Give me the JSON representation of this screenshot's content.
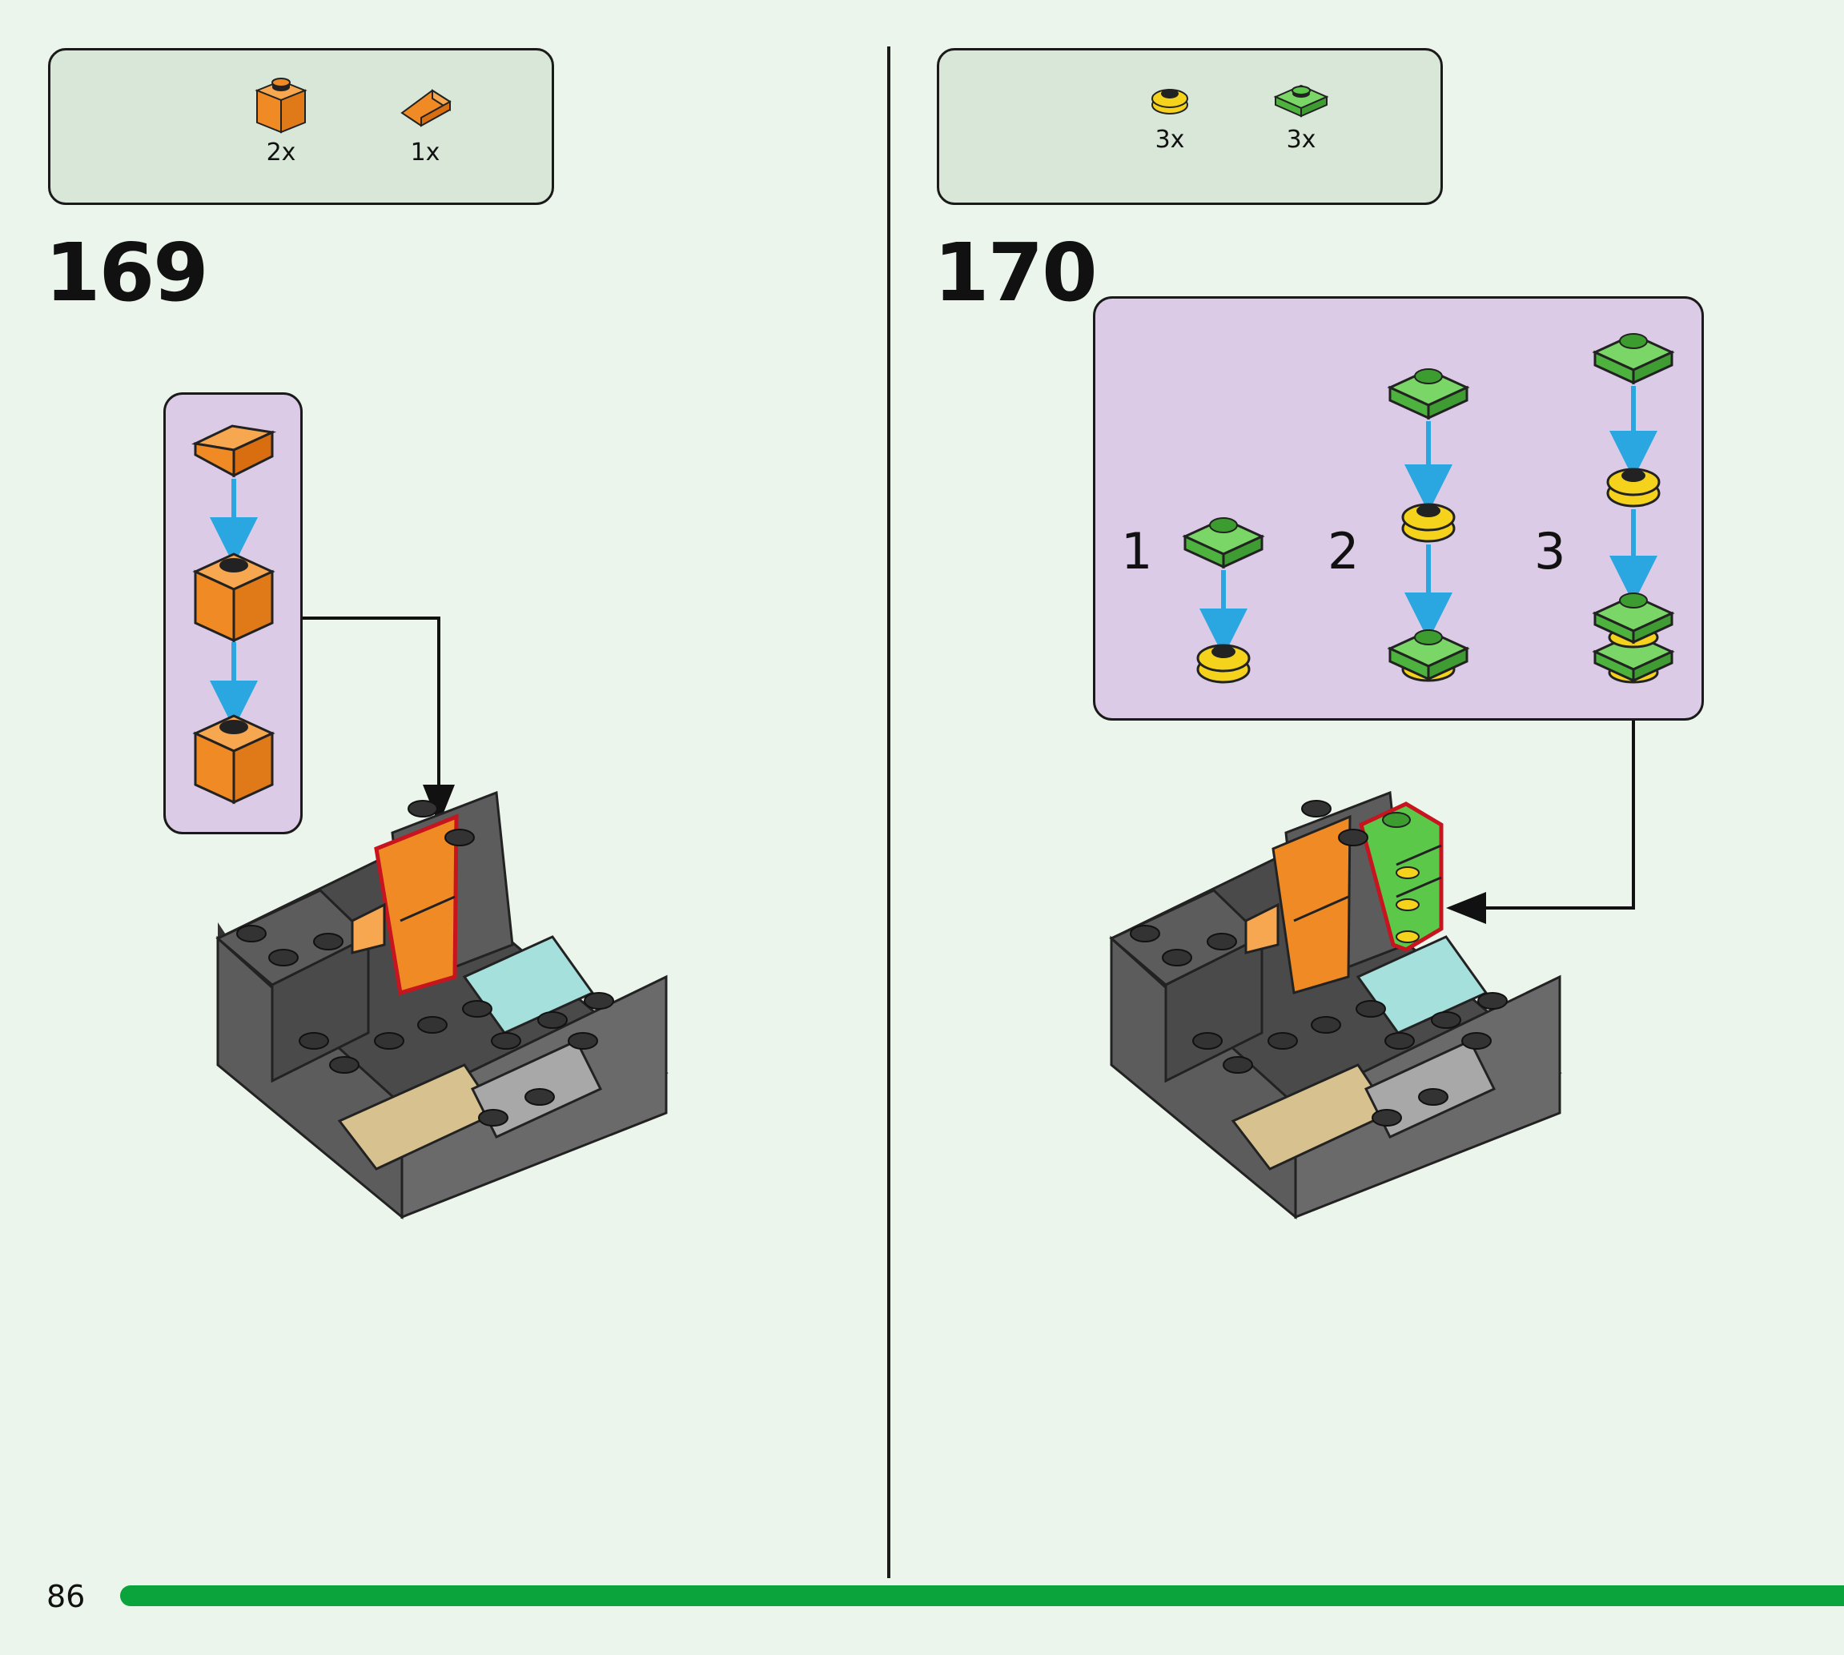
{
  "page": {
    "number": "86",
    "progress_fraction": 1.0
  },
  "colors": {
    "background": "#ecf5ec",
    "parts_box": "#d8e7d8",
    "sub_assembly_box": "#dccbe6",
    "progress_bar": "#0aa33c",
    "orange_brick": "#f08a24",
    "green_plate": "#5cc84a",
    "yellow_round": "#f5d31c",
    "dark_grey": "#5c5c5c",
    "light_grey": "#a8a8a8",
    "tan": "#d7c28f",
    "arrow_blue": "#2aa6e0",
    "highlight_red": "#c8141e"
  },
  "steps": [
    {
      "number": "169",
      "parts": [
        {
          "icon": "orange-brick-1x1-icon",
          "quantity": "2x"
        },
        {
          "icon": "orange-slope-icon",
          "quantity": "1x"
        }
      ]
    },
    {
      "number": "170",
      "parts": [
        {
          "icon": "yellow-round-plate-icon",
          "quantity": "3x"
        },
        {
          "icon": "green-plate-1x1-icon",
          "quantity": "3x"
        }
      ],
      "sub_steps": [
        "1",
        "2",
        "3"
      ]
    }
  ]
}
